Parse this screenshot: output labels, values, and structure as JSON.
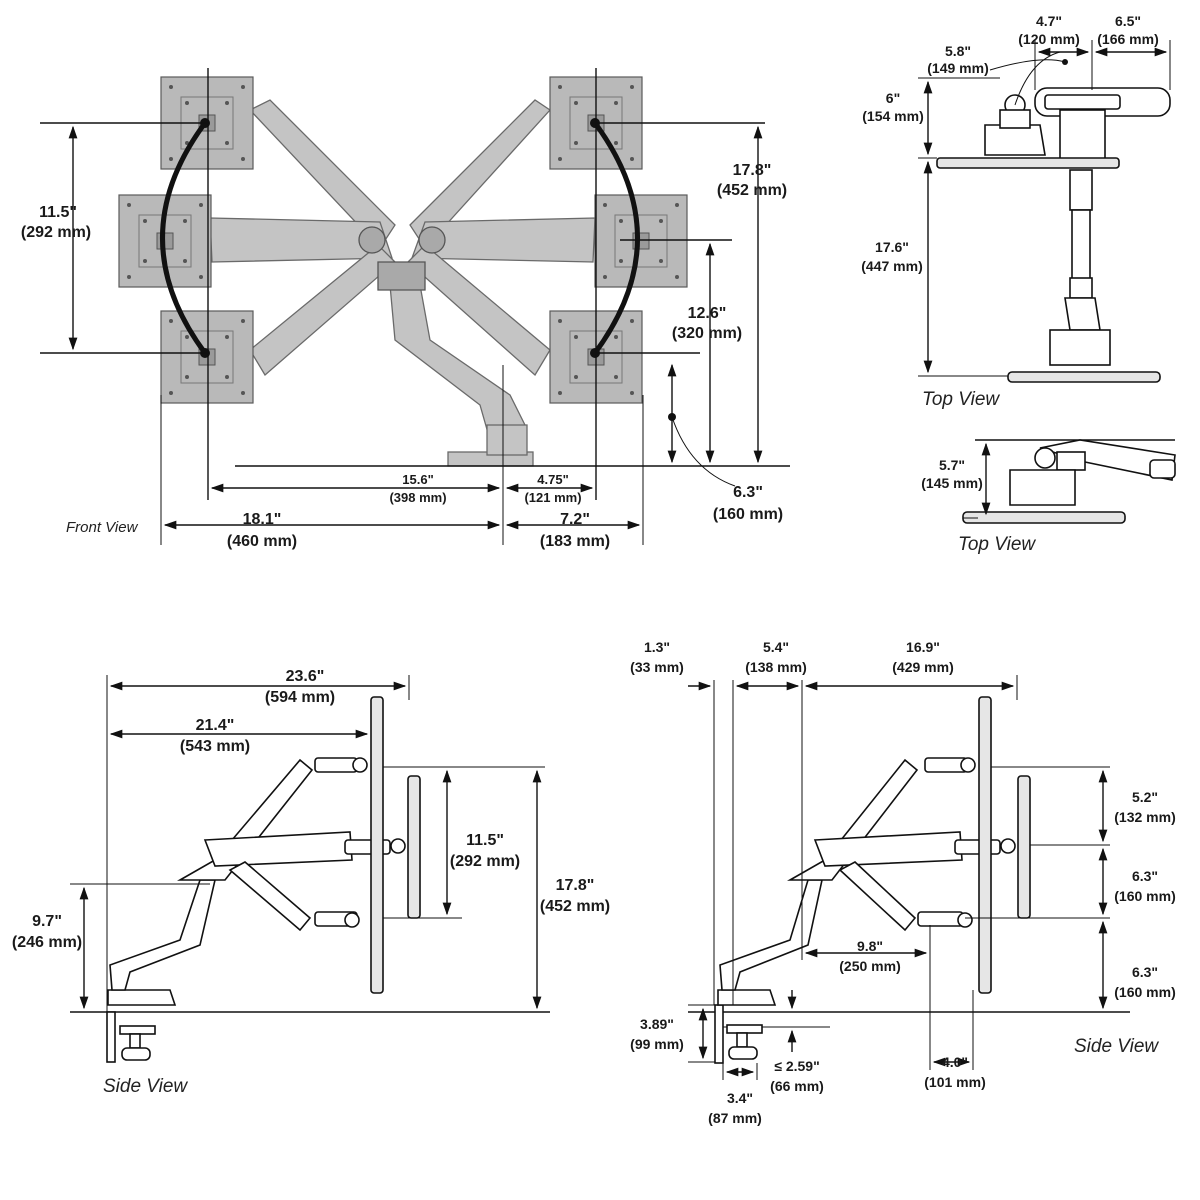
{
  "views": {
    "front": "Front View",
    "top_1": "Top View",
    "top_2": "Top View",
    "side_left": "Side View",
    "side_right": "Side View"
  },
  "front_view": {
    "left_swing_in": "11.5\"",
    "left_swing_mm": "(292 mm)",
    "right_height_in": "17.8\"",
    "right_height_mm": "(452 mm)",
    "right_range_in": "12.6\"",
    "right_range_mm": "(320 mm)",
    "desk_in": "6.3\"",
    "desk_mm": "(160 mm)",
    "reach_a_in": "15.6\"",
    "reach_a_mm": "(398 mm)",
    "reach_b_in": "4.75\"",
    "reach_b_mm": "(121 mm)",
    "width_left_in": "18.1\"",
    "width_left_mm": "(460 mm)",
    "width_right_in": "7.2\"",
    "width_right_mm": "(183 mm)"
  },
  "top_view": {
    "a_in": "4.7\"",
    "a_mm": "(120 mm)",
    "b_in": "6.5\"",
    "b_mm": "(166 mm)",
    "c_in": "5.8\"",
    "c_mm": "(149 mm)",
    "d_in": "6\"",
    "d_mm": "(154 mm)",
    "e_in": "17.6\"",
    "e_mm": "(447 mm)",
    "f_in": "5.7\"",
    "f_mm": "(145 mm)"
  },
  "side_left": {
    "total_in": "23.6\"",
    "total_mm": "(594 mm)",
    "reach_in": "21.4\"",
    "reach_mm": "(543 mm)",
    "tilt_in": "11.5\"",
    "tilt_mm": "(292 mm)",
    "height_in": "17.8\"",
    "height_mm": "(452 mm)",
    "base_in": "9.7\"",
    "base_mm": "(246 mm)"
  },
  "side_right": {
    "a_in": "1.3\"",
    "a_mm": "(33 mm)",
    "b_in": "5.4\"",
    "b_mm": "(138 mm)",
    "c_in": "16.9\"",
    "c_mm": "(429 mm)",
    "d_in": "5.2\"",
    "d_mm": "(132 mm)",
    "e_in": "6.3\"",
    "e_mm": "(160 mm)",
    "f_in": "6.3\"",
    "f_mm": "(160 mm)",
    "g_in": "9.8\"",
    "g_mm": "(250 mm)",
    "h_in": "3.89\"",
    "h_mm": "(99 mm)",
    "i_in": "≤ 2.59\"",
    "i_mm": "(66 mm)",
    "j_in": "3.4\"",
    "j_mm": "(87 mm)",
    "k_in": "4.0\"",
    "k_mm": "(101 mm)"
  }
}
